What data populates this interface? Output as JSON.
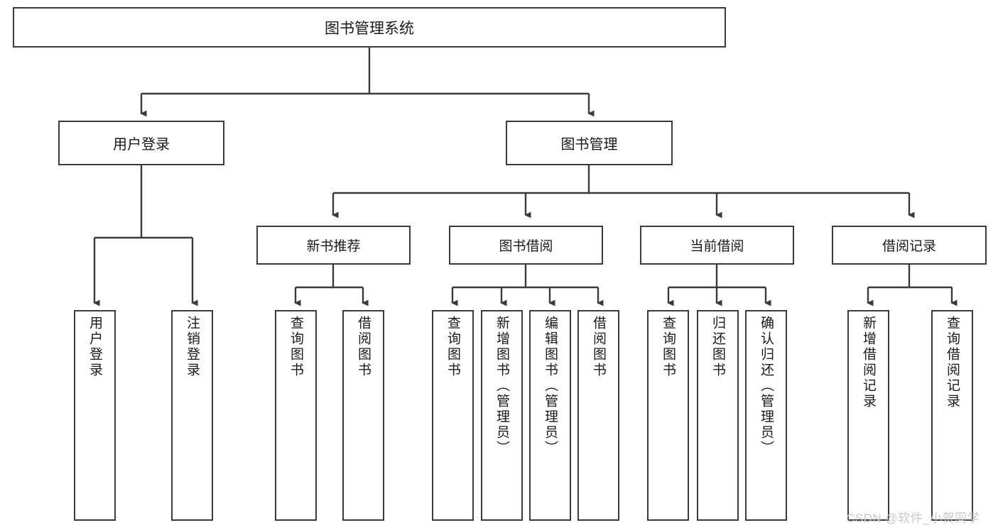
{
  "diagram": {
    "title": "图书管理系统",
    "type": "hierarchy-tree",
    "root": {
      "id": "root",
      "label": "图书管理系统"
    },
    "level2": [
      {
        "id": "user-login",
        "label": "用户登录"
      },
      {
        "id": "book-management",
        "label": "图书管理"
      }
    ],
    "level3": [
      {
        "id": "new-book-recommend",
        "label": "新书推荐",
        "parent": "book-management"
      },
      {
        "id": "book-borrow",
        "label": "图书借阅",
        "parent": "book-management"
      },
      {
        "id": "current-borrow",
        "label": "当前借阅",
        "parent": "book-management"
      },
      {
        "id": "borrow-record",
        "label": "借阅记录",
        "parent": "book-management"
      }
    ],
    "leaves": [
      {
        "id": "leaf-user-login",
        "label": "用户登录",
        "parent": "user-login"
      },
      {
        "id": "leaf-logout-login",
        "label": "注销登录",
        "parent": "user-login"
      },
      {
        "id": "leaf-query-book-1",
        "label": "查询图书",
        "parent": "new-book-recommend"
      },
      {
        "id": "leaf-borrow-book-1",
        "label": "借阅图书",
        "parent": "new-book-recommend"
      },
      {
        "id": "leaf-query-book-2",
        "label": "查询图书",
        "parent": "book-borrow"
      },
      {
        "id": "leaf-add-book",
        "label": "新增图书（管理员）",
        "parent": "book-borrow"
      },
      {
        "id": "leaf-edit-book",
        "label": "编辑图书（管理员）",
        "parent": "book-borrow"
      },
      {
        "id": "leaf-borrow-book-2",
        "label": "借阅图书",
        "parent": "book-borrow"
      },
      {
        "id": "leaf-query-book-3",
        "label": "查询图书",
        "parent": "current-borrow"
      },
      {
        "id": "leaf-return-book",
        "label": "归还图书",
        "parent": "current-borrow"
      },
      {
        "id": "leaf-confirm-return",
        "label": "确认归还（管理员）",
        "parent": "current-borrow"
      },
      {
        "id": "leaf-add-record",
        "label": "新增借阅记录",
        "parent": "borrow-record"
      },
      {
        "id": "leaf-query-record",
        "label": "查询借阅记录",
        "parent": "borrow-record"
      }
    ],
    "watermark": "CSDN @软件_小贺同学",
    "colors": {
      "box_border": "#3a3a3a",
      "connector": "#3a3a3a",
      "background": "#ffffff",
      "text": "#1a1a1a",
      "watermark": "#c9c9c9"
    }
  }
}
